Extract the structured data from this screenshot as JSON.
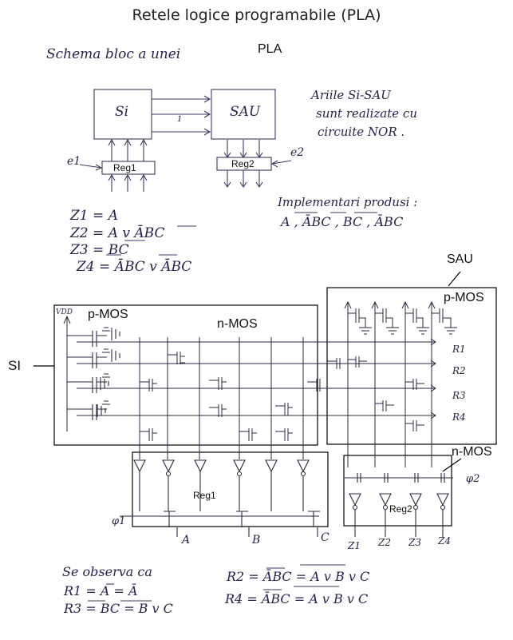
{
  "title": "Retele logice programabile (PLA)",
  "heading_note": "Schema bloc a unei",
  "heading_pla": "PLA",
  "block_si": "Si",
  "block_sau": "SAU",
  "block_one": "1",
  "reg1": "Reg1",
  "reg2": "Reg2",
  "e1": "e1",
  "e2": "e2",
  "note_lines": [
    "Ariile Si-SAU",
    "sunt realizate cu",
    "circuite NOR ."
  ],
  "equations": [
    {
      "lhs": "Z1 =",
      "rhs": "A"
    },
    {
      "lhs": "Z2 =",
      "rhs": "A v ĀBC"
    },
    {
      "lhs": "Z3 =",
      "rhs": "BC"
    },
    {
      "lhs": "Z4 =",
      "rhs": "ĀBC v ĀBC"
    }
  ],
  "products_title": "Implementari produsi :",
  "products_list": "A , ĀBC , BC , ĀBC",
  "label_sau": "SAU",
  "label_pmos_left": "p-MOS",
  "label_nmos_top": "n-MOS",
  "label_pmos_right": "p-MOS",
  "label_si": "SI",
  "label_nmos_bottom": "n-MOS",
  "label_reg1": "Reg1",
  "label_reg2": "Reg2",
  "vdd": "VDD",
  "row_labels": [
    "R1",
    "R2",
    "R3",
    "R4"
  ],
  "input_labels": [
    "A",
    "B",
    "C"
  ],
  "output_labels": [
    "Z1",
    "Z2",
    "Z3",
    "Z4"
  ],
  "phi1": "φ1",
  "phi2": "φ2",
  "bottom_note": "Se observa ca",
  "bottom_left_eq": [
    "R1 = A = Ā",
    "R3 = BC = B v C"
  ],
  "bottom_right_eq": [
    "R2 = ĀBC = A v B v C",
    "R4 = ĀBC = A v B v C"
  ]
}
